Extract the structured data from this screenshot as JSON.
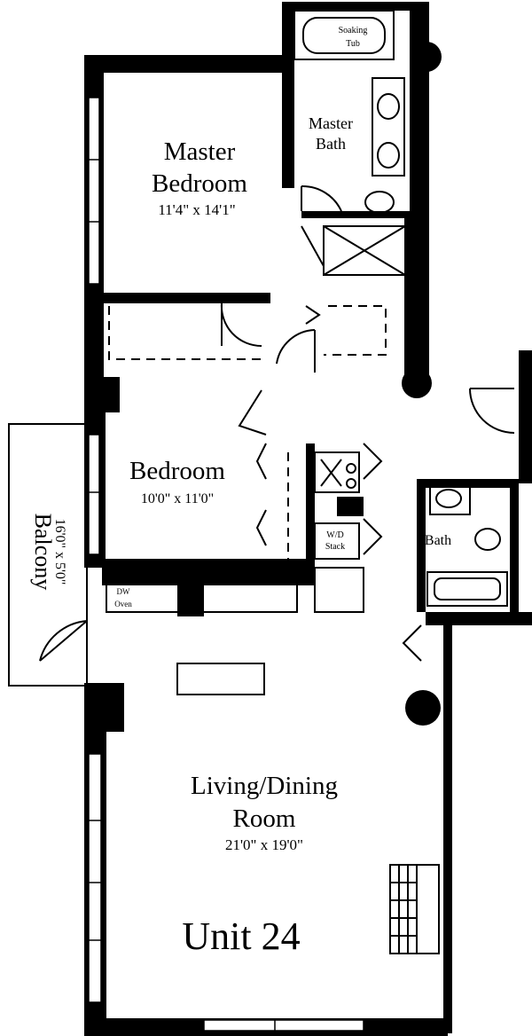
{
  "plan": {
    "unit_label": "Unit 24",
    "rooms": {
      "master_bedroom": {
        "name_line1": "Master",
        "name_line2": "Bedroom",
        "dims": "11'4\" x 14'1\""
      },
      "master_bath": {
        "name_line1": "Master",
        "name_line2": "Bath"
      },
      "bedroom": {
        "name": "Bedroom",
        "dims": "10'0\" x 11'0\""
      },
      "balcony": {
        "name": "Balcony",
        "dims": "16'0\" x 5'0\""
      },
      "bath": {
        "name": "Bath"
      },
      "living_dining": {
        "name_line1": "Living/Dining",
        "name_line2": "Room",
        "dims": "21'0\" x 19'0\""
      }
    },
    "fixtures": {
      "soaking_tub_line1": "Soaking",
      "soaking_tub_line2": "Tub",
      "wd_label_line1": "W/D",
      "wd_label_line2": "Stack",
      "dw_label_line1": "DW",
      "dw_label_line2": "Oven"
    },
    "colors": {
      "ink": "#000000",
      "paper": "#ffffff"
    }
  }
}
